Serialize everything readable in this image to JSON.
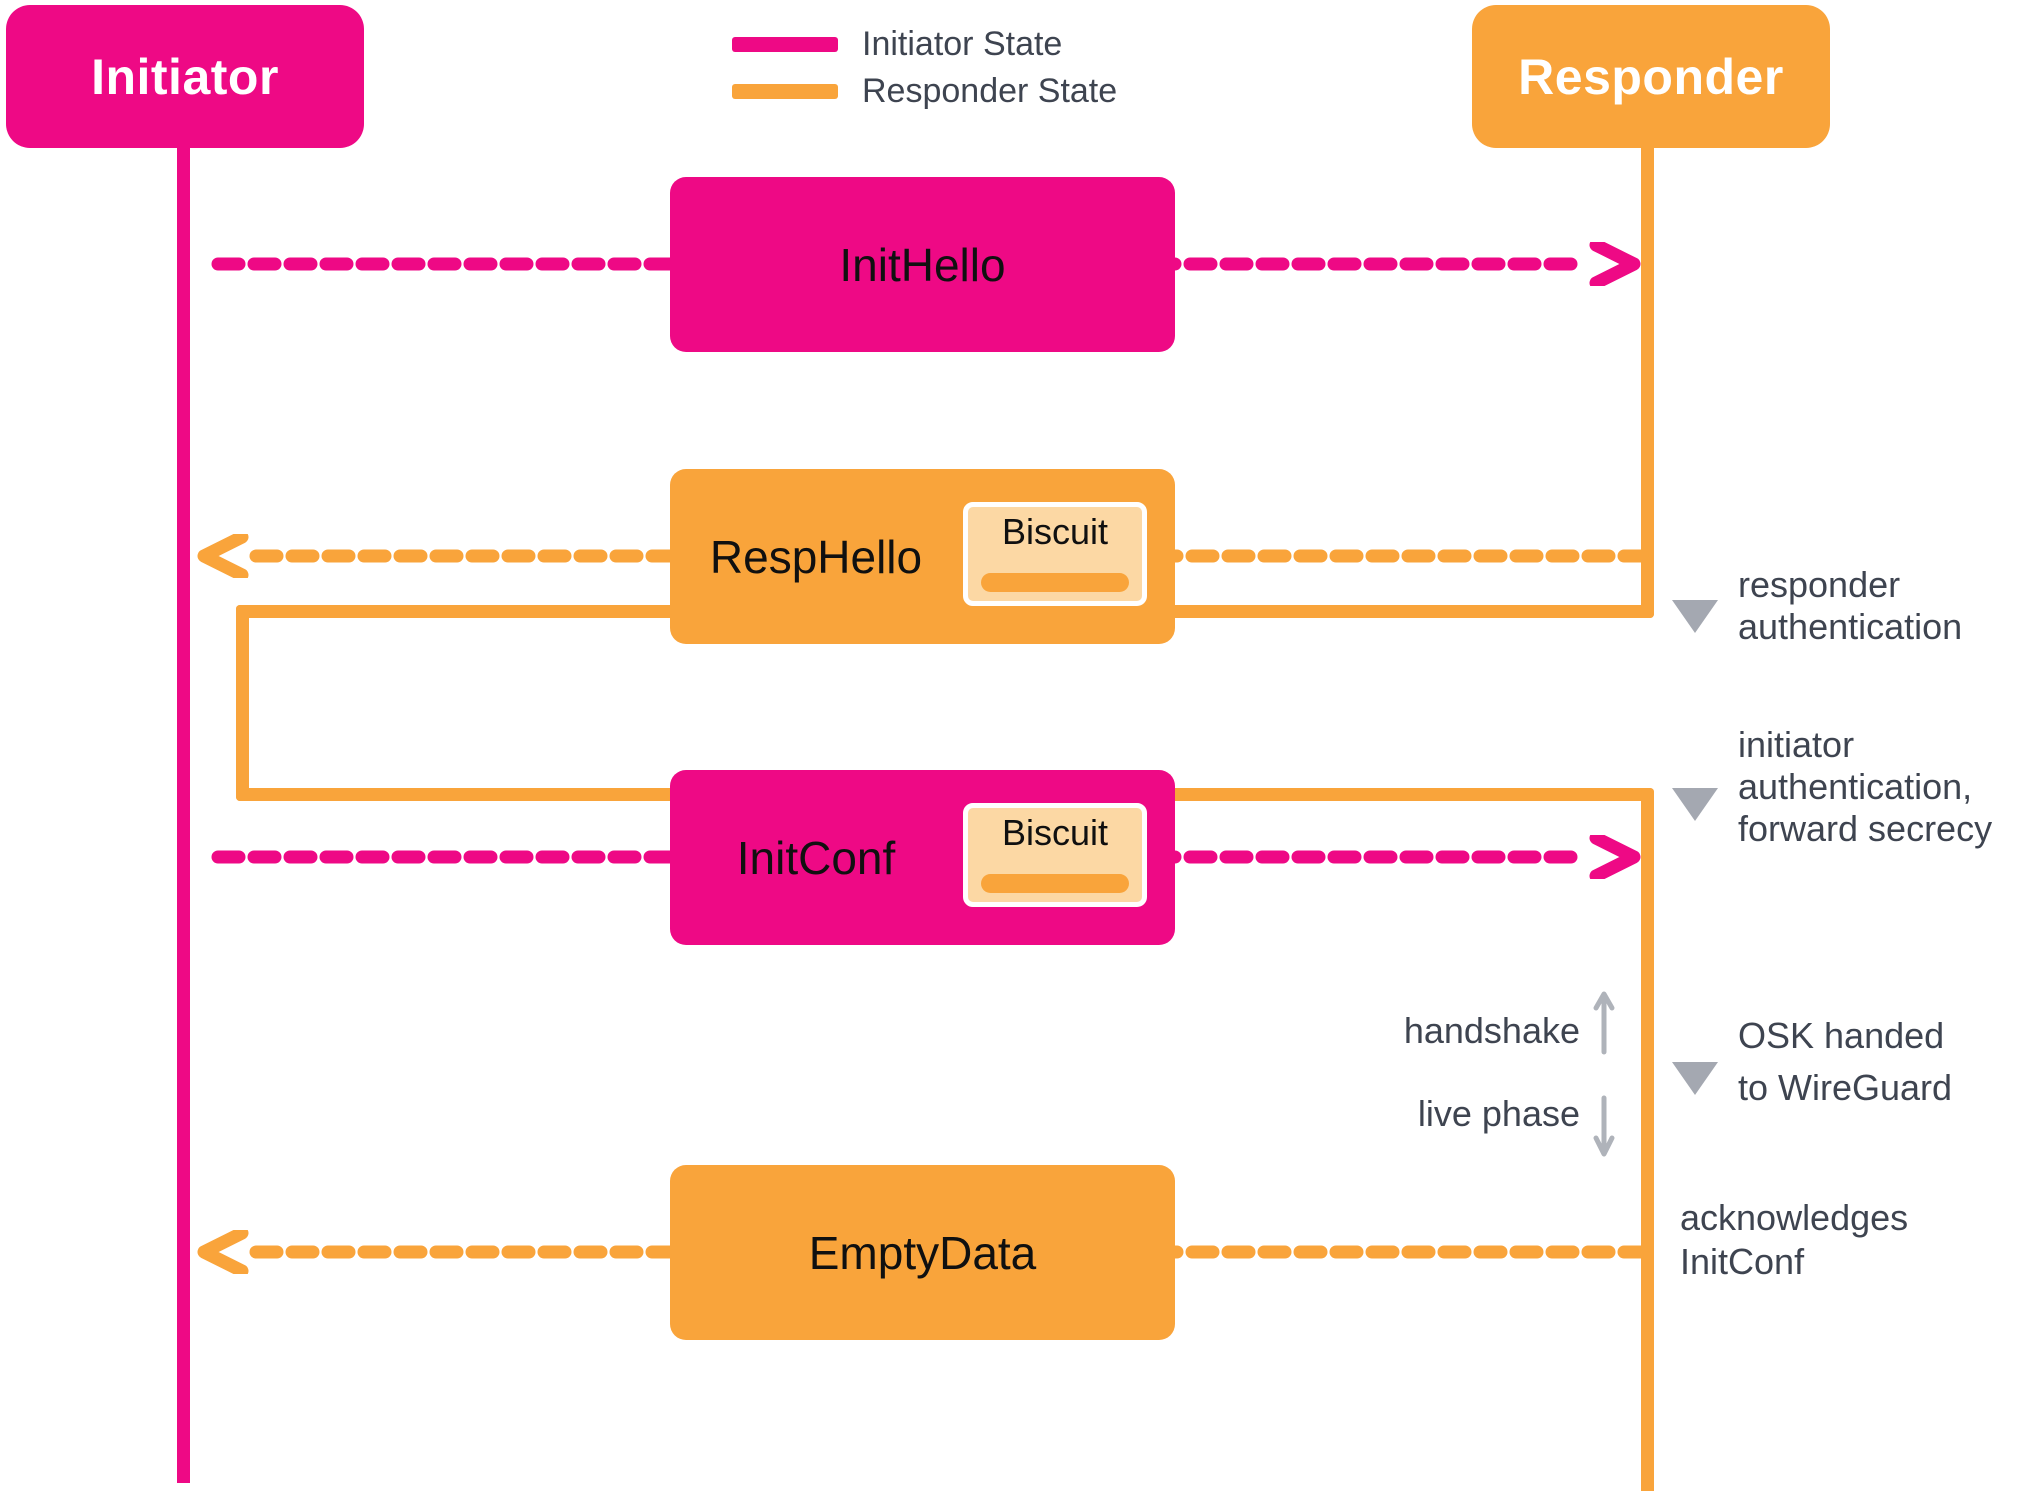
{
  "palette": {
    "pink": "#EE0985",
    "orange": "#F9A43B",
    "biscuit_fill": "#FCD8A4",
    "annotation_text": "#3E4450",
    "marker_gray": "#A4A8B1"
  },
  "actors": {
    "initiator": {
      "label": "Initiator"
    },
    "responder": {
      "label": "Responder"
    }
  },
  "legend": {
    "items": [
      {
        "label": "Initiator State",
        "color": "#EE0985"
      },
      {
        "label": "Responder State",
        "color": "#F9A43B"
      }
    ]
  },
  "messages": [
    {
      "label": "InitHello",
      "from": "initiator",
      "to": "responder"
    },
    {
      "label": "RespHello",
      "biscuit_label": "Biscuit",
      "from": "responder",
      "to": "initiator"
    },
    {
      "label": "InitConf",
      "biscuit_label": "Biscuit",
      "from": "initiator",
      "to": "responder"
    },
    {
      "label": "EmptyData",
      "from": "responder",
      "to": "initiator"
    }
  ],
  "annotations": {
    "responder_auth": "responder\nauthentication",
    "initiator_auth": "initiator\nauthentication,\nforward secrecy",
    "osk": "OSK handed\nto WireGuard",
    "acknowledges": "acknowledges\nInitConf",
    "handshake": "handshake",
    "live_phase": "live phase"
  }
}
